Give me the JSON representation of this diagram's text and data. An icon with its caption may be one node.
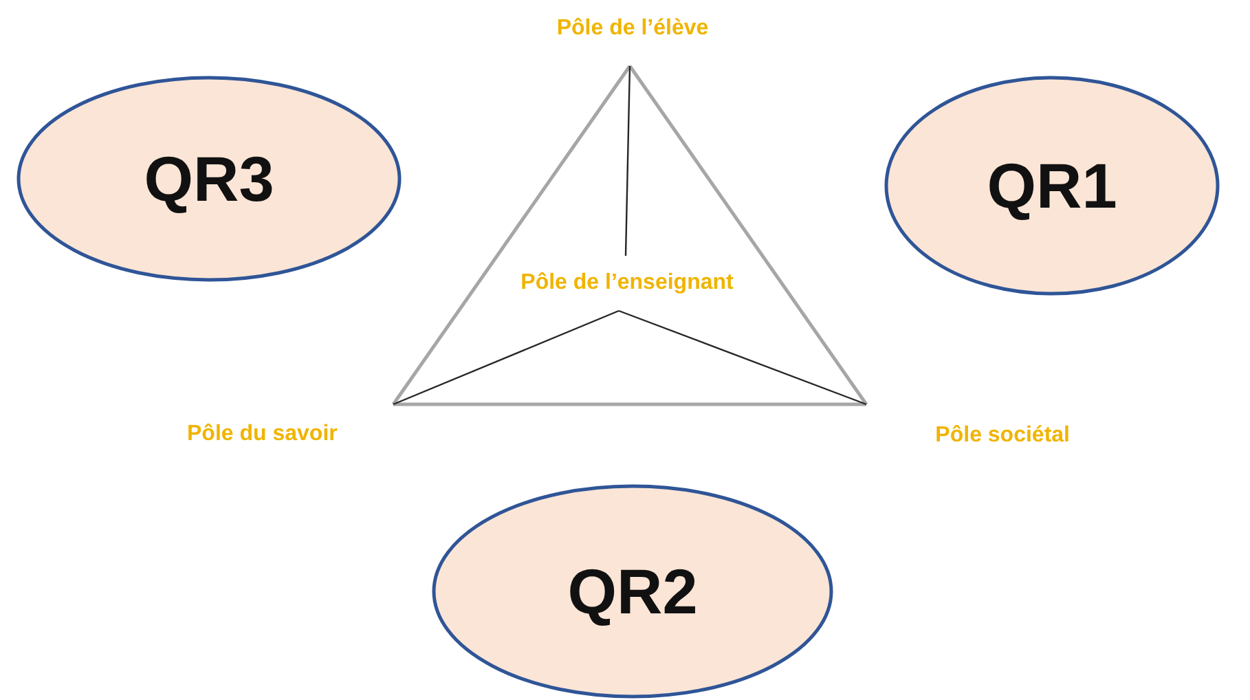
{
  "diagram": {
    "nodes": [
      {
        "text": [
          "Pôle de l’élève"
        ]
      },
      {
        "text": [
          "QR3"
        ]
      },
      {
        "text": [
          "QR1"
        ]
      },
      {
        "text": [
          "Pôle de l’enseignant"
        ]
      },
      {
        "text": [
          "Pôle du savoir"
        ]
      },
      {
        "text": [
          "Pôle sociétal"
        ]
      },
      {
        "text": [
          "QR2"
        ]
      }
    ],
    "edges": [
      {
        "from": 0,
        "to": 4,
        "arrow": "none"
      },
      {
        "from": 0,
        "to": 5,
        "arrow": "none"
      },
      {
        "from": 4,
        "to": 5,
        "arrow": "none"
      },
      {
        "from": 0,
        "to": 3,
        "arrow": "none",
        "color": "#262626"
      },
      {
        "from": 3,
        "to": 4,
        "arrow": "none",
        "color": "#262626"
      },
      {
        "from": 3,
        "to": 5,
        "arrow": "none",
        "color": "#262626"
      }
    ]
  }
}
